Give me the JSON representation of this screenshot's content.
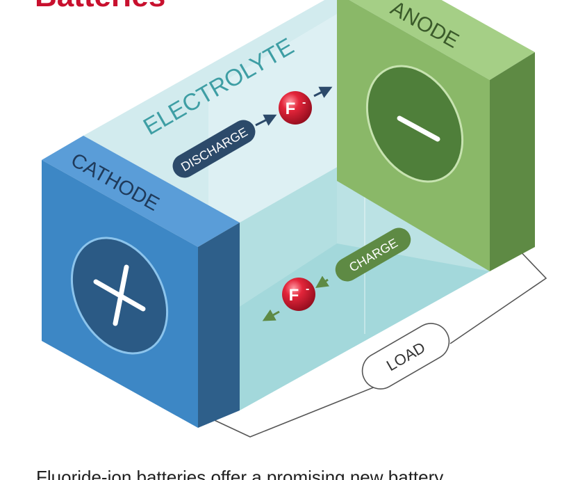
{
  "title": "Batteries",
  "labels": {
    "anode": "ANODE",
    "cathode": "CATHODE",
    "electrolyte": "ELECTROLYTE",
    "discharge": "DISCHARGE",
    "charge": "CHARGE",
    "load": "LOAD",
    "ion_symbol": "F",
    "ion_charge": "-"
  },
  "caption": "Fluoride-ion batteries offer a promising new battery",
  "colors": {
    "title": "#c8102e",
    "cathode_front": "#3d87c5",
    "anode_front": "#8ab868",
    "electrolyte": "#9ed6d9",
    "discharge_pill": "#2c4a6a",
    "charge_pill": "#5e8a44",
    "ion": "#c8102e"
  },
  "icons": {
    "cathode_symbol": "plus-icon",
    "anode_symbol": "minus-icon"
  }
}
